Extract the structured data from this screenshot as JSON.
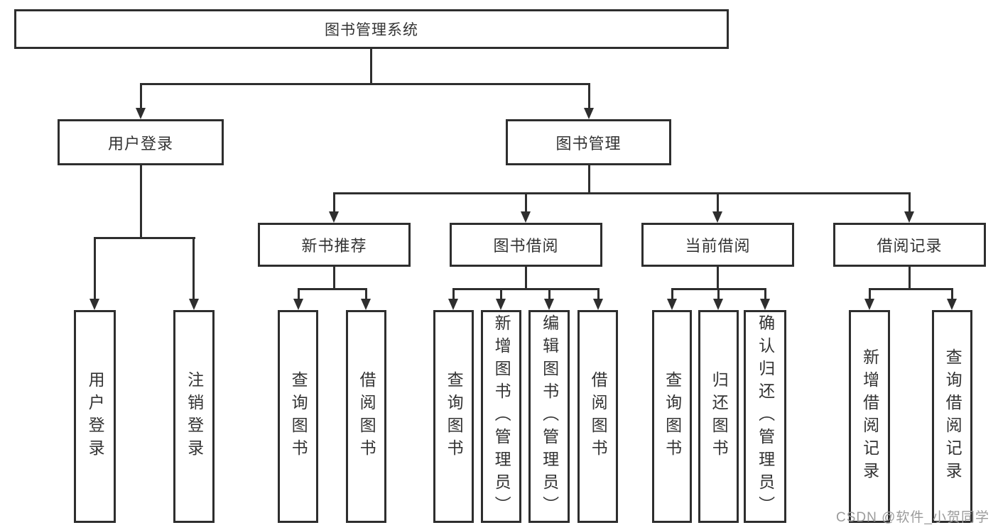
{
  "colors": {
    "line": "#2e2e2e",
    "text": "#333333",
    "watermark": "#9b9b9b",
    "bg": "#ffffff"
  },
  "watermark": "CSDN @软件_小贺同学",
  "tree": {
    "root": {
      "label": "图书管理系统"
    },
    "branches": [
      {
        "label": "用户登录",
        "children": [
          "用户登录",
          "注销登录"
        ]
      },
      {
        "label": "图书管理",
        "children": [
          {
            "label": "新书推荐",
            "children": [
              "查询图书",
              "借阅图书"
            ]
          },
          {
            "label": "图书借阅",
            "children": [
              "查询图书",
              "新增图书（管理员）",
              "编辑图书（管理员）",
              "借阅图书"
            ]
          },
          {
            "label": "当前借阅",
            "children": [
              "查询图书",
              "归还图书",
              "确认归还（管理员）"
            ]
          },
          {
            "label": "借阅记录",
            "children": [
              "新增借阅记录",
              "查询借阅记录"
            ]
          }
        ]
      }
    ]
  }
}
